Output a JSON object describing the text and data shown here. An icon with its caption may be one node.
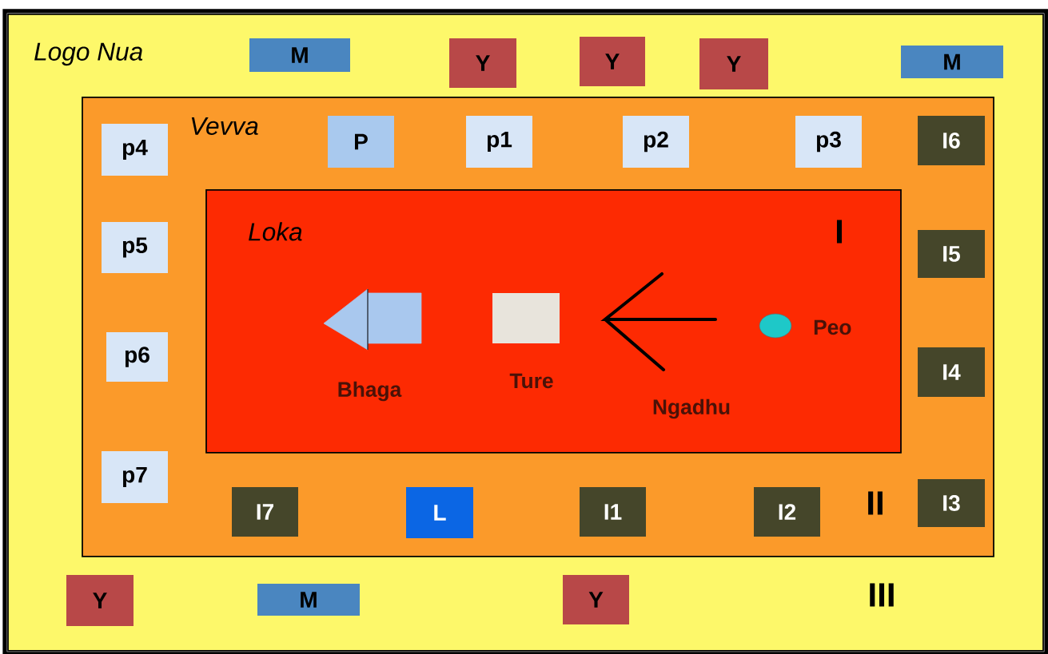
{
  "diagram": {
    "nodes": [
      {
        "text": [
          "Logo Nua",
          "III"
        ]
      },
      {
        "text": [
          "M"
        ],
        "in": 0
      },
      {
        "text": [
          "Y"
        ],
        "in": 0
      },
      {
        "text": [
          "Y"
        ],
        "in": 0
      },
      {
        "text": [
          "Y"
        ],
        "in": 0
      },
      {
        "text": [
          "M"
        ],
        "in": 0
      },
      {
        "text": [
          "Vevva",
          "II"
        ],
        "in": 0
      },
      {
        "text": [
          "p4"
        ],
        "in": 6
      },
      {
        "text": [
          "P"
        ],
        "in": 6
      },
      {
        "text": [
          "p1"
        ],
        "in": 6
      },
      {
        "text": [
          "p2"
        ],
        "in": 6
      },
      {
        "text": [
          "p3"
        ],
        "in": 6
      },
      {
        "text": [
          "I6"
        ],
        "in": 6
      },
      {
        "text": [
          "Loka",
          "I"
        ],
        "in": 6
      },
      {
        "text": [
          "Bhaga"
        ],
        "in": 13
      },
      {
        "text": [
          "Ture"
        ],
        "in": 13
      },
      {
        "text": [
          "Ngadhu"
        ],
        "in": 13
      },
      {
        "text": [
          "Peo"
        ],
        "in": 13
      },
      {
        "text": [
          "p5"
        ],
        "in": 6
      },
      {
        "text": [
          "I5"
        ],
        "in": 6
      },
      {
        "text": [
          "p6"
        ],
        "in": 6
      },
      {
        "text": [
          "I4"
        ],
        "in": 6
      },
      {
        "text": [
          "p7"
        ],
        "in": 6
      },
      {
        "text": [
          "I7"
        ],
        "in": 6
      },
      {
        "text": [
          "L"
        ],
        "in": 6
      },
      {
        "text": [
          "I1"
        ],
        "in": 6
      },
      {
        "text": [
          "I2"
        ],
        "in": 6
      },
      {
        "text": [
          "I3"
        ],
        "in": 6
      },
      {
        "text": [
          "Y"
        ],
        "in": 0
      },
      {
        "text": [
          "M"
        ],
        "in": 0
      },
      {
        "text": [
          "Y"
        ],
        "in": 0
      }
    ]
  }
}
